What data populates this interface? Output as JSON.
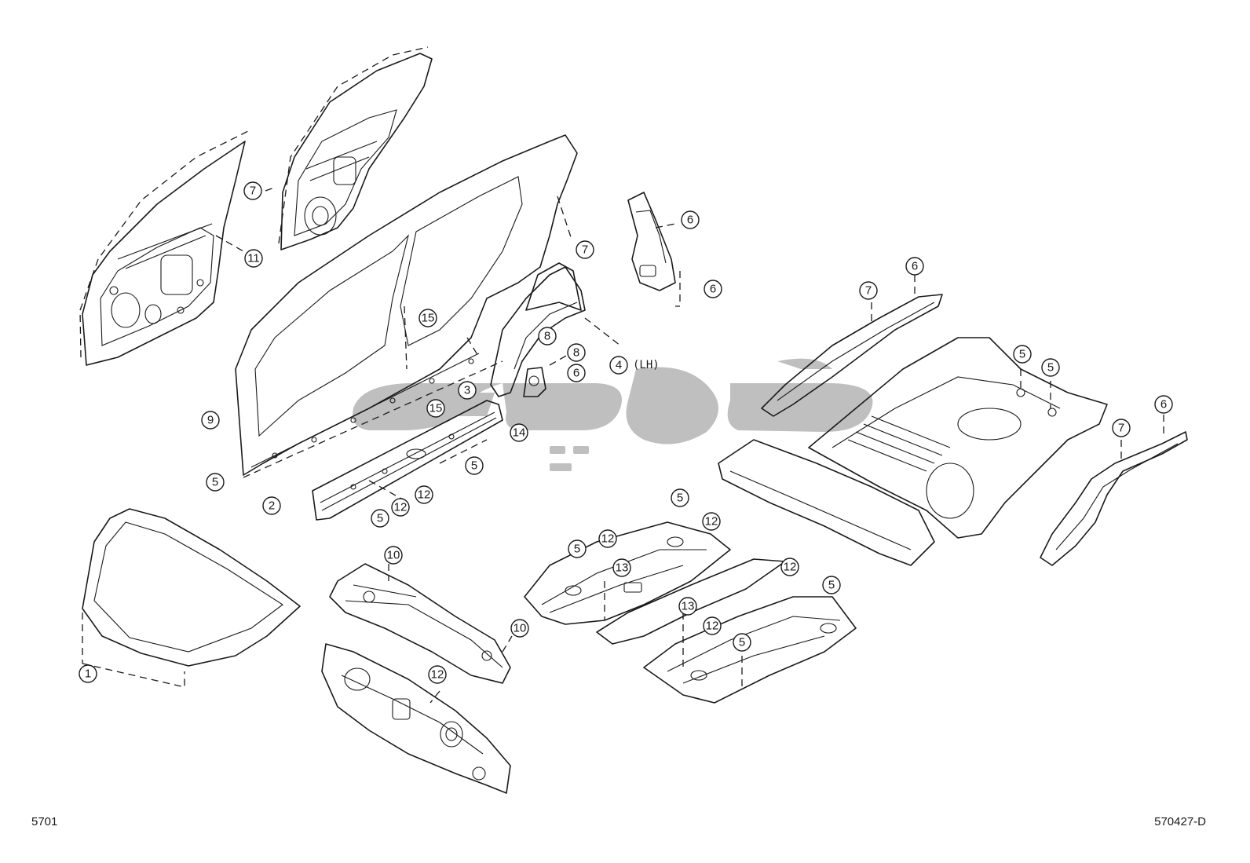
{
  "diagram": {
    "callouts": [
      "1",
      "2",
      "3",
      "4",
      "5",
      "6",
      "7",
      "8",
      "9",
      "10",
      "11",
      "12",
      "13",
      "14",
      "15"
    ],
    "side_tag": "(LH)",
    "colors": {
      "line": "#1a1a1a",
      "watermark": "#bfbfbf",
      "background": "#ffffff"
    }
  },
  "footer": {
    "page_ref": "5701",
    "diagram_ref": "570427-D"
  }
}
